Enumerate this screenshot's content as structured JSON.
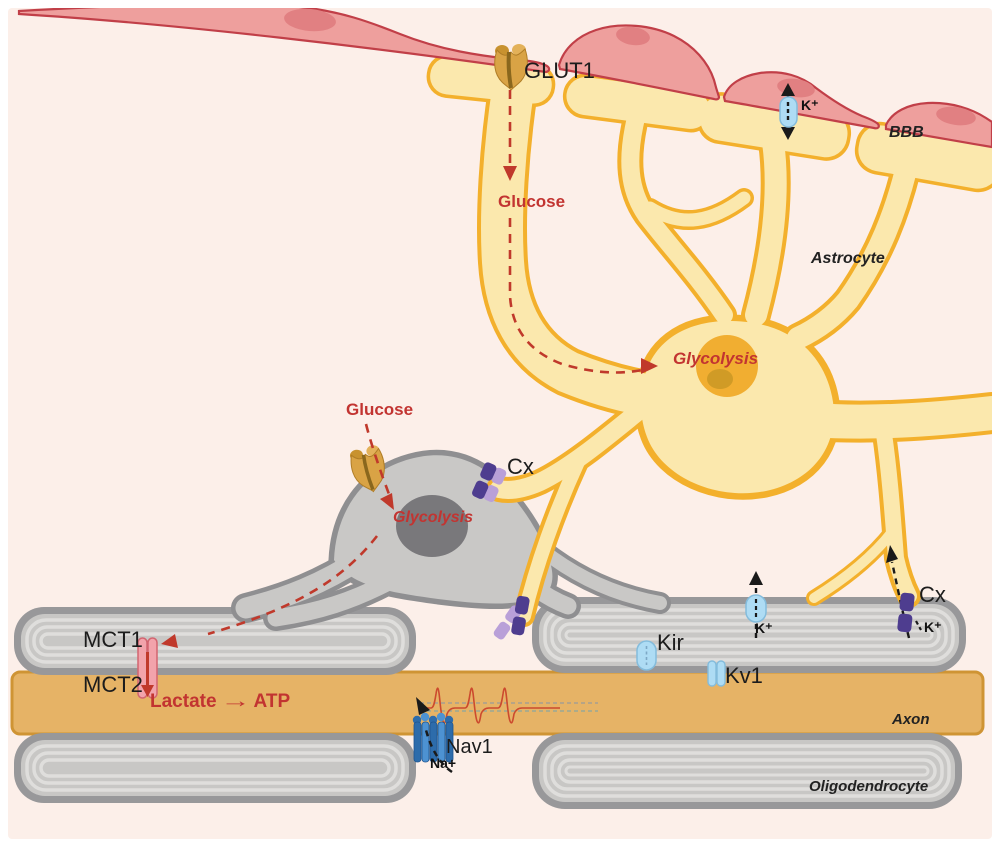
{
  "figure": {
    "description": "Diagram of metabolic and ion coupling between blood-brain barrier, astrocyte, oligodendrocyte and myelinated axon",
    "background": "#fcefe9",
    "frame": "#ffffff"
  },
  "labels": {
    "glut1": "GLUT1",
    "k_bbb": "K⁺",
    "bbb": "BBB",
    "astrocyte": "Astrocyte",
    "glucose_top": "Glucose",
    "glycolysis_astrocyte": "Glycolysis",
    "glucose_oligo": "Glucose",
    "glycolysis_oligo": "Glycolysis",
    "cx_top": "Cx",
    "mct1": "MCT1",
    "mct2": "MCT2",
    "lactate": "Lactate",
    "reaction_arrow": "→",
    "atp": "ATP",
    "nav1": "Nav1",
    "na": "Na+",
    "kir": "Kir",
    "kv1": "Kv1",
    "k_myelin": "K⁺",
    "cx_right": "Cx",
    "k_right": "K⁺",
    "axon": "Axon",
    "oligodendrocyte": "Oligodendrocyte"
  },
  "colors": {
    "background": "#fcefe9",
    "endothelial_fill": "#ee9f9d",
    "endothelial_border": "#c13f48",
    "endothelial_nucleus": "#e18082",
    "astrocyte_fill": "#fbe8ad",
    "astrocyte_border": "#f3b02c",
    "astrocyte_nucleus": "#f1ae31",
    "astrocyte_nucleolus": "#d09b26",
    "oligodendrocyte_fill": "#c9c8c6",
    "oligodendrocyte_border": "#8f8f91",
    "oligodendrocyte_nucleus": "#79787b",
    "myelin_rim": "#98989a",
    "myelin_fill": "#c8c7c5",
    "myelin_stripe": "#dfdedc",
    "axon_fill": "#e6b366",
    "axon_border": "#cf9434",
    "red_dashed": "#c0392b",
    "red_text": "#c23431",
    "channel_blue": "#aedcf4",
    "nav_blue_dark": "#2d6cab",
    "nav_blue_light": "#4d92d2",
    "connexin_purple": "#4e3d8f",
    "connexin_lavender": "#b9a0d8",
    "transporter_orange": "#d9a345",
    "mct_pink": "#f2a3ab",
    "action_potential": "#cc4a2e"
  }
}
